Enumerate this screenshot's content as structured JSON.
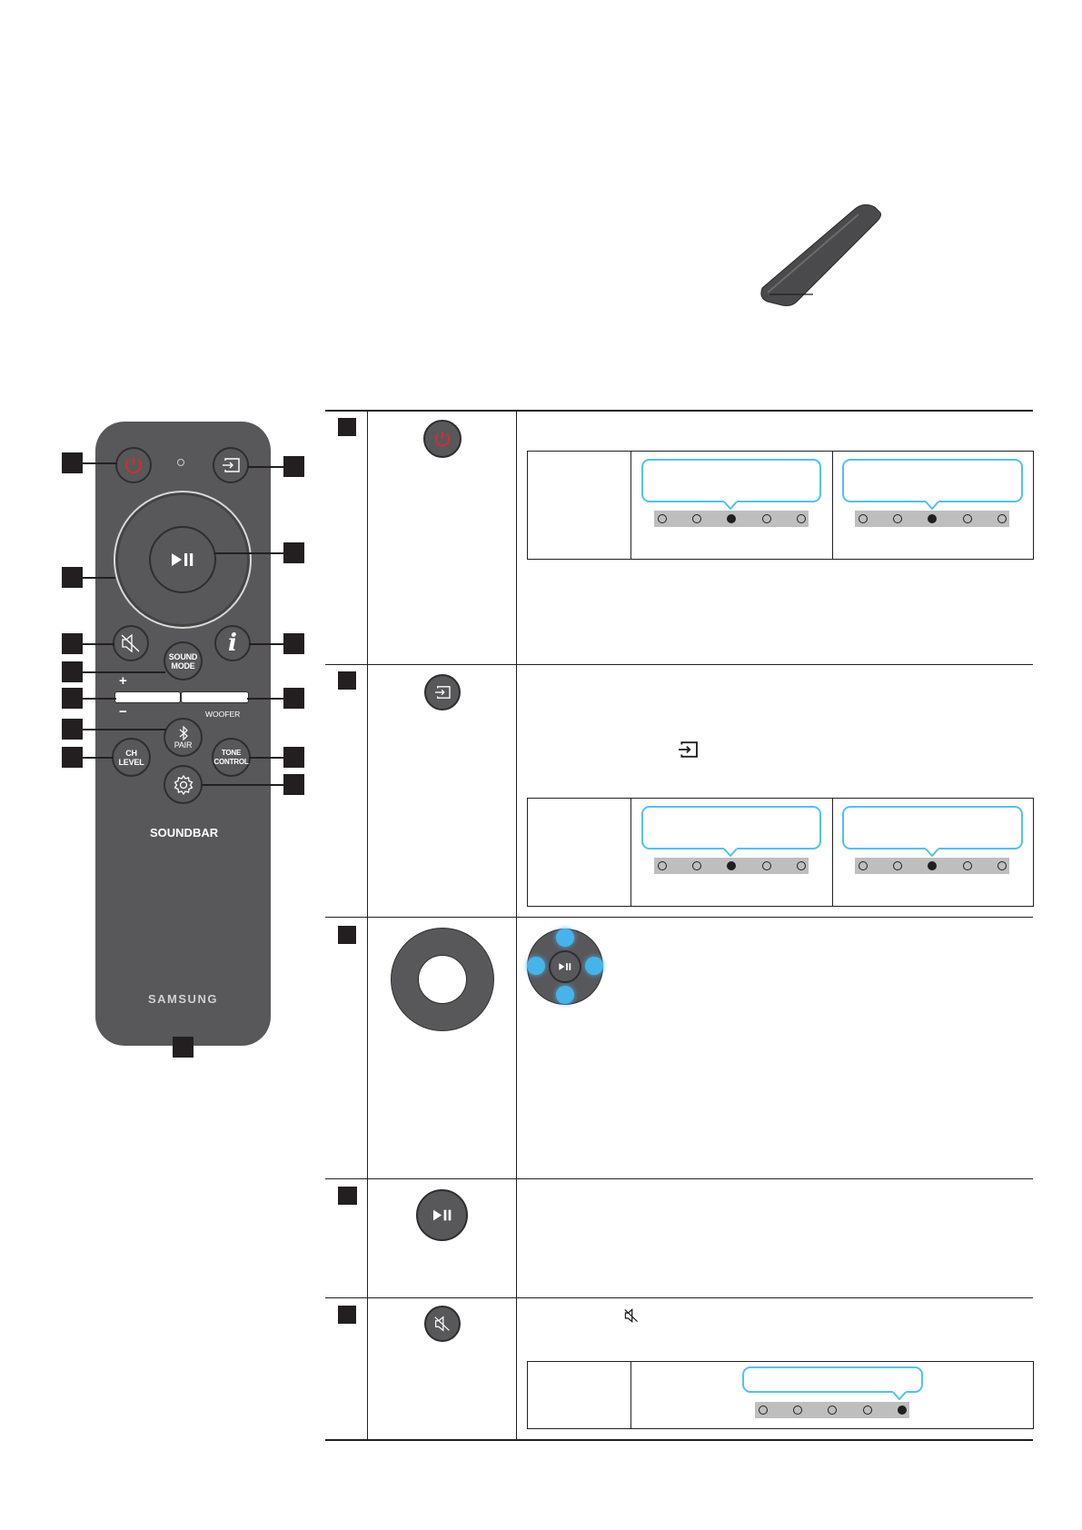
{
  "remote": {
    "sound_mode_label": "SOUND\nMODE",
    "plus_sign": "+",
    "minus_sign": "−",
    "woofer_label": "WOOFER",
    "pair_label": "PAIR",
    "ch_level_label": "CH LEVEL",
    "tone_control_label": "TONE\nCONTROL",
    "soundbar_label": "SOUNDBAR",
    "brand_label": "SAMSUNG",
    "info_symbol": "i"
  },
  "colors": {
    "remote_body": "#58585a",
    "power_red": "#e0282e",
    "bubble_blue": "#4fc3f0",
    "led_strip": "#bebebf",
    "dpad_glow": "#46b4ea"
  },
  "icons": [
    "power-icon",
    "source-icon",
    "play-pause-icon",
    "mute-icon",
    "info-icon",
    "bluetooth-icon",
    "settings-icon"
  ],
  "rows": [
    {
      "id": "power",
      "indicator_leds": [
        [
          0,
          0,
          1,
          0,
          0
        ],
        [
          0,
          0,
          1,
          0,
          0
        ]
      ]
    },
    {
      "id": "source",
      "indicator_leds": [
        [
          0,
          0,
          1,
          0,
          0
        ],
        [
          0,
          0,
          1,
          0,
          0
        ]
      ]
    },
    {
      "id": "dpad"
    },
    {
      "id": "play-pause"
    },
    {
      "id": "mute",
      "indicator_leds": [
        [
          0,
          0,
          0,
          0,
          1
        ]
      ]
    }
  ]
}
